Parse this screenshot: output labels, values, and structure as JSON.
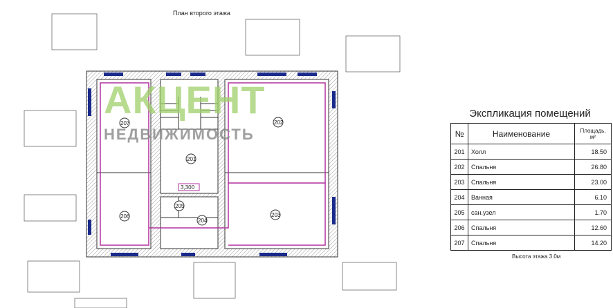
{
  "plan": {
    "title": "План второго этажа",
    "level_mark": "3,300",
    "rooms": [
      "207",
      "201",
      "202",
      "206",
      "205",
      "204",
      "203"
    ],
    "watermark": {
      "brand": "АКЦЕНТ",
      "subtitle": "НЕДВИЖИМОСТЬ"
    }
  },
  "explication": {
    "title": "Экспликация помещений",
    "headers": {
      "no": "№",
      "name": "Наименование",
      "area": "Площадь, м²"
    },
    "rows": [
      {
        "no": "201",
        "name": "Холл",
        "area": "18.50"
      },
      {
        "no": "202",
        "name": "Спальня",
        "area": "26.80"
      },
      {
        "no": "203",
        "name": "Спальня",
        "area": "23.00"
      },
      {
        "no": "204",
        "name": "Ванная",
        "area": "6.10"
      },
      {
        "no": "205",
        "name": "сан.узел",
        "area": "1.70"
      },
      {
        "no": "206",
        "name": "Спальня",
        "area": "12.60"
      },
      {
        "no": "207",
        "name": "Спальня",
        "area": "14.20"
      }
    ],
    "note": "Высота этажа 3.0м"
  },
  "colors": {
    "wall": "#333333",
    "pipe": "#b0309e",
    "radiator": "#1a2a8a",
    "watermark_green": "#9fcf6a"
  }
}
